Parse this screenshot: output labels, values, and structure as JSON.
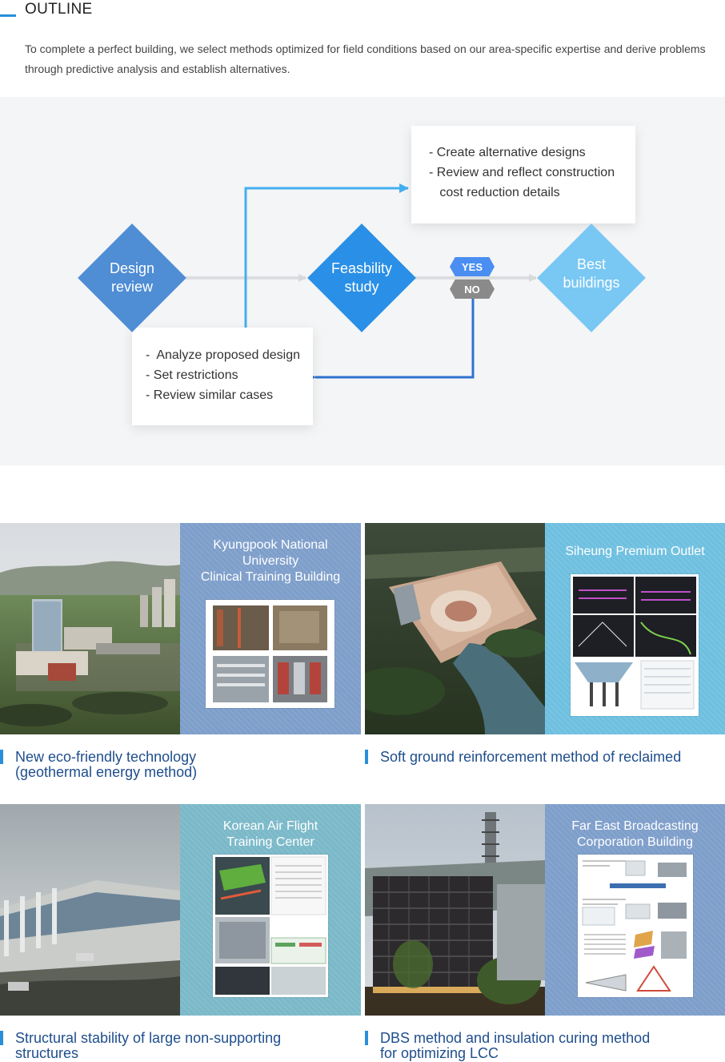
{
  "outline": {
    "title": "OUTLINE",
    "description": "To complete a perfect building, we select methods optimized for field conditions based on our area-specific expertise and derive problems through predictive analysis and establish alternatives."
  },
  "flow": {
    "nodes": {
      "design_review": "Design\nreview",
      "feasibility_study": "Feasbility\nstudy",
      "best_buildings": "Best\nbuildings"
    },
    "top_note": [
      "- Create alternative designs",
      "- Review and reflect construction",
      "   cost reduction details"
    ],
    "bottom_note": [
      "-  Analyze proposed design",
      "- Set restrictions",
      "- Review similar cases"
    ],
    "yes_label": "YES",
    "no_label": "NO",
    "colors": {
      "design_review": "#4f8dd4",
      "feasibility_study": "#2a8fe6",
      "best_buildings": "#79c7f3",
      "arrow_up": "#42b0ef",
      "arrow_back": "#2f72d0",
      "yes": "#4a8ef2",
      "no": "#8a8a8a",
      "line": "#dcdde0"
    }
  },
  "projects": [
    {
      "panel_title": "Kyungpook National\nUniversity\nClinical Training Building",
      "caption": "New eco-friendly technology\n(geothermal energy method)",
      "panel_color": "#7f9fcb"
    },
    {
      "panel_title": "Siheung Premium Outlet",
      "caption": "Soft ground reinforcement method of reclaimed",
      "panel_color": "#6fc0e0"
    },
    {
      "panel_title": "Korean Air Flight\nTraining Center",
      "caption": "Structural stability of large non-supporting\nstructures",
      "panel_color": "#7bb9c9"
    },
    {
      "panel_title": "Far East Broadcasting\nCorporation Building",
      "caption": "DBS method and insulation curing method\nfor optimizing LCC",
      "panel_color": "#7f9fcb"
    }
  ]
}
